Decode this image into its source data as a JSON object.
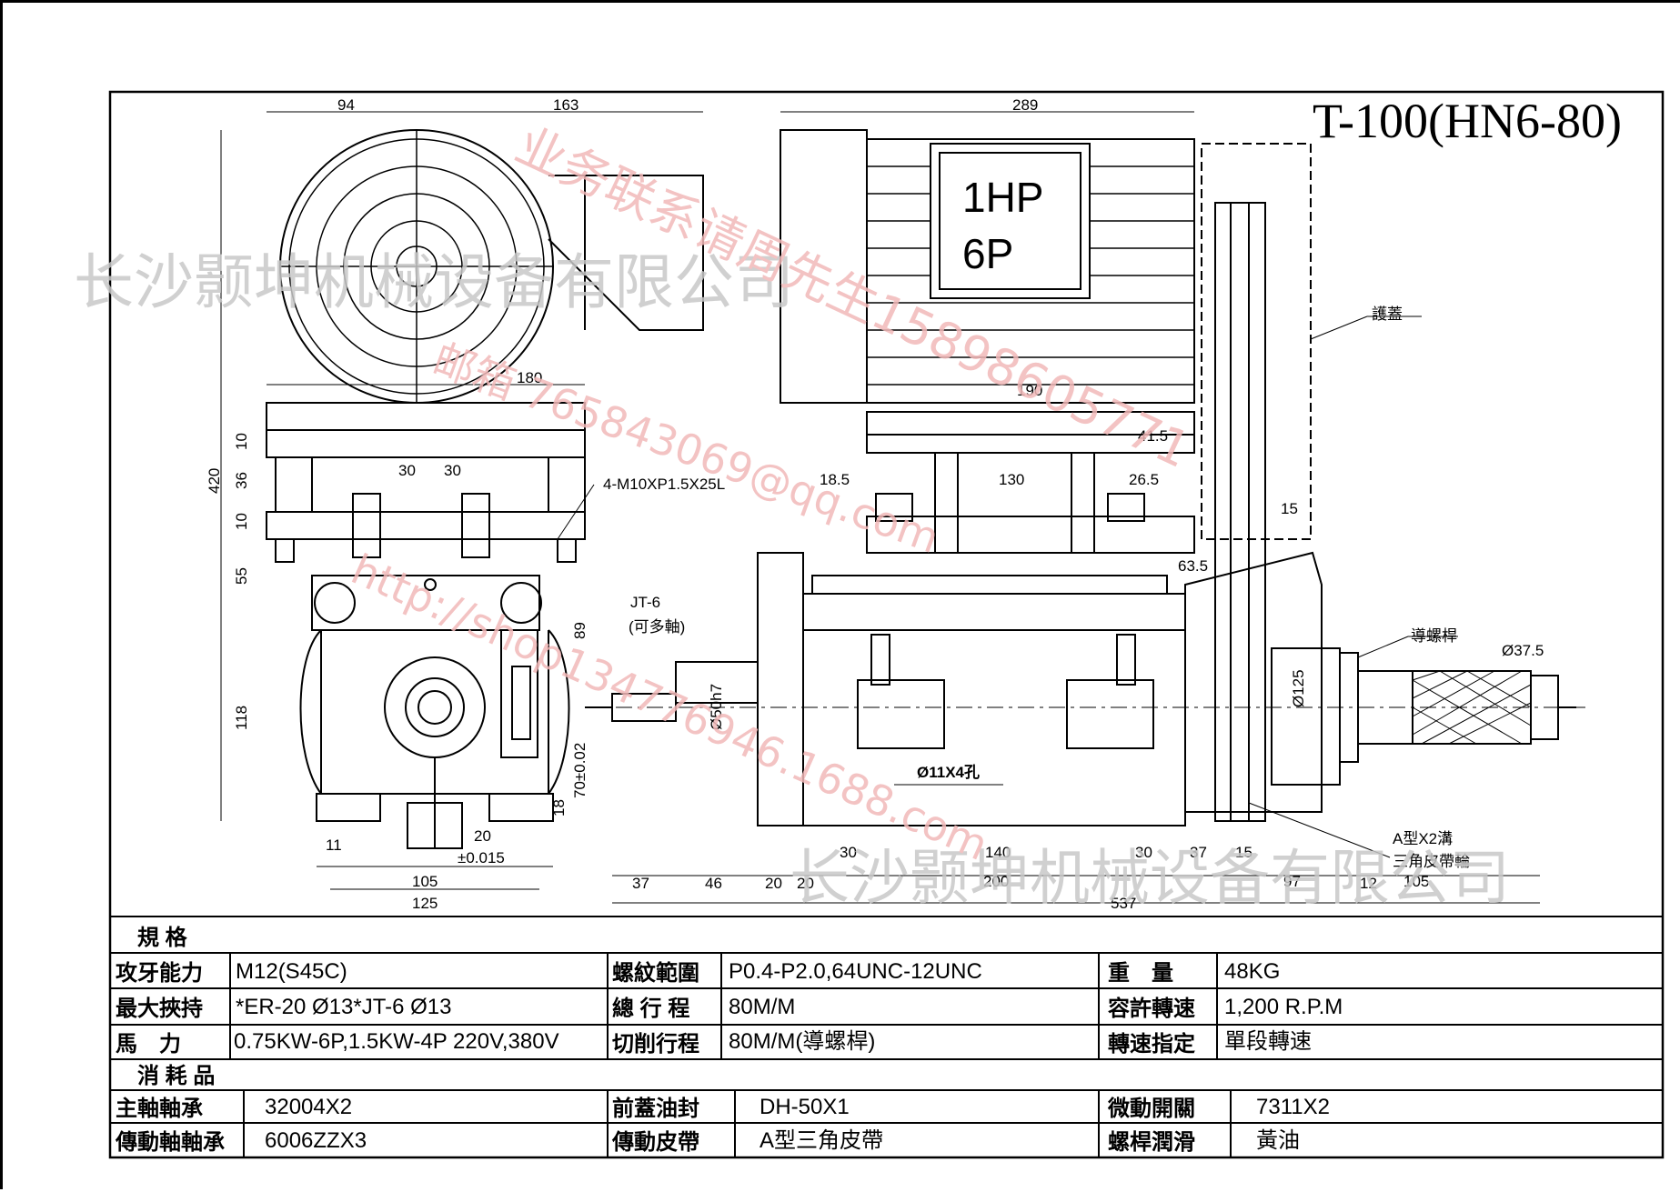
{
  "title": "T-100(HN6-80)",
  "motor_plate": {
    "line1": "1HP",
    "line2": "6P"
  },
  "callouts": {
    "guard": "護蓋",
    "leadscrew": "導螺桿",
    "bolt": "4-M10XP1.5X25L",
    "jt6_line1": "JT-6",
    "jt6_line2": "(可多軸)",
    "holes": "Ø11X4孔",
    "pulley_line1": "A型X2溝",
    "pulley_line2": "三角皮帶輪"
  },
  "dimensions": {
    "d94": "94",
    "d163": "163",
    "d289": "289",
    "d180": "180",
    "d190": "190",
    "d420": "420",
    "d10a": "10",
    "d36": "36",
    "d10b": "10",
    "d55": "55",
    "d30a": "30",
    "d30b": "30",
    "d89": "89",
    "d118": "118",
    "d70": "70±0.02",
    "d18": "18",
    "d11": "11",
    "d20": "20",
    "d015": "±0.015",
    "d105a": "105",
    "d125a": "125",
    "d41_5": "41.5",
    "d18_5": "18.5",
    "d130": "130",
    "d26_5": "26.5",
    "d15a": "15",
    "d63_5": "63.5",
    "d50h7": "Ø50h7",
    "d125b": "Ø125",
    "d37_5": "Ø37.5",
    "d37a": "37",
    "d46": "46",
    "d20b": "20",
    "d20c": "20",
    "d30c": "30",
    "d140": "140",
    "d200": "200",
    "d30d": "30",
    "d37b": "37",
    "d15b": "15",
    "d97": "97",
    "d12": "12",
    "d105b": "105",
    "d537": "537"
  },
  "specs": {
    "heading": "規 格",
    "rows": [
      [
        "攻牙能力",
        "M12(S45C)",
        "螺紋範圍",
        "P0.4-P2.0,64UNC-12UNC",
        "重　量",
        "48KG"
      ],
      [
        "最大挾持",
        "*ER-20 Ø13*JT-6 Ø13",
        "總 行 程",
        "80M/M",
        "容許轉速",
        "1,200 R.P.M"
      ],
      [
        "馬　力",
        "0.75KW-6P,1.5KW-4P  220V,380V",
        "切削行程",
        "80M/M(導螺桿)",
        "轉速指定",
        "單段轉速"
      ]
    ]
  },
  "consumables": {
    "heading": "消 耗 品",
    "rows": [
      [
        "主軸軸承",
        "32004X2",
        "前蓋油封",
        "DH-50X1",
        "微動開關",
        "7311X2"
      ],
      [
        "傳動軸軸承",
        "6006ZZX3",
        "傳動皮帶",
        "A型三角皮帶",
        "螺桿潤滑",
        "黃油"
      ]
    ]
  },
  "watermarks": {
    "company_top": "长沙颢坤机械设备有限公司",
    "company_bottom": "长沙颢坤机械设备有限公司",
    "contact": "业务联系请周先生15898605771",
    "email": "邮箱 765843069@qq.com",
    "shop": "http://shop134776946.1688.com"
  }
}
